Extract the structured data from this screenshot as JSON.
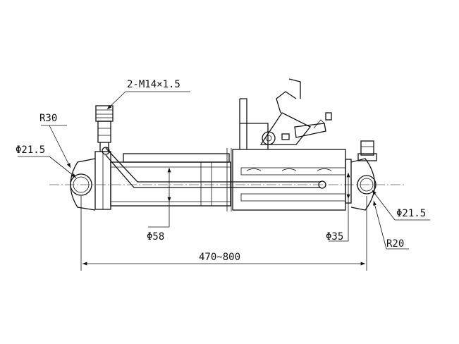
{
  "labels": {
    "thread": "2-M14×1.5",
    "radius_left": "R30",
    "pin_left": "Φ21.5",
    "pin_right": "Φ21.5",
    "cyl_dia": "Φ58",
    "rod_dia": "Φ35",
    "radius_right": "R20",
    "length": "470~800"
  }
}
